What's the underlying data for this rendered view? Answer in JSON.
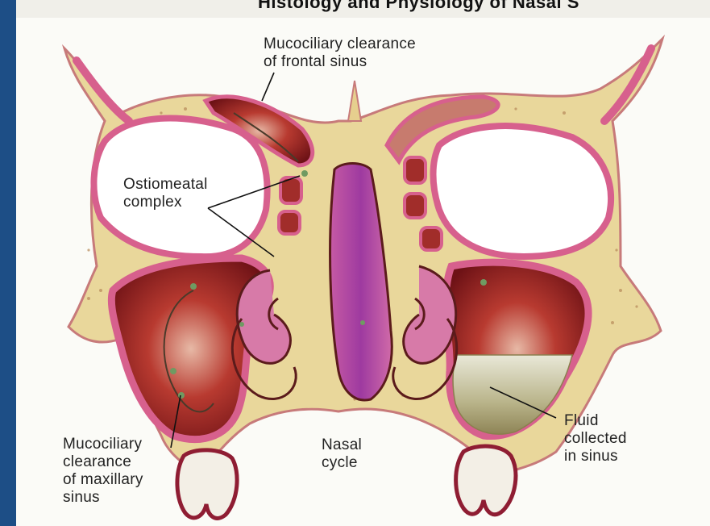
{
  "header": {
    "title": "Histology and Physiology of Nasal S"
  },
  "labels": {
    "frontal": {
      "line1": "Mucociliary clearance",
      "line2": "of frontal sinus"
    },
    "ostiomeatal": {
      "line1": "Ostiomeatal",
      "line2": "complex"
    },
    "maxillary": {
      "line1": "Mucociliary",
      "line2": "clearance",
      "line3": "of maxillary",
      "line4": "sinus"
    },
    "nasal": {
      "line1": "Nasal",
      "line2": "cycle"
    },
    "fluid": {
      "line1": "Fluid",
      "line2": "collected",
      "line3": "in sinus"
    }
  },
  "colors": {
    "frame": "#1d4e86",
    "bone": "#e8d7a0",
    "mucosa": "#d9709a",
    "sinus_red": "#8c1c20",
    "orbit": "#ffffff",
    "septum": "#b0408e"
  }
}
